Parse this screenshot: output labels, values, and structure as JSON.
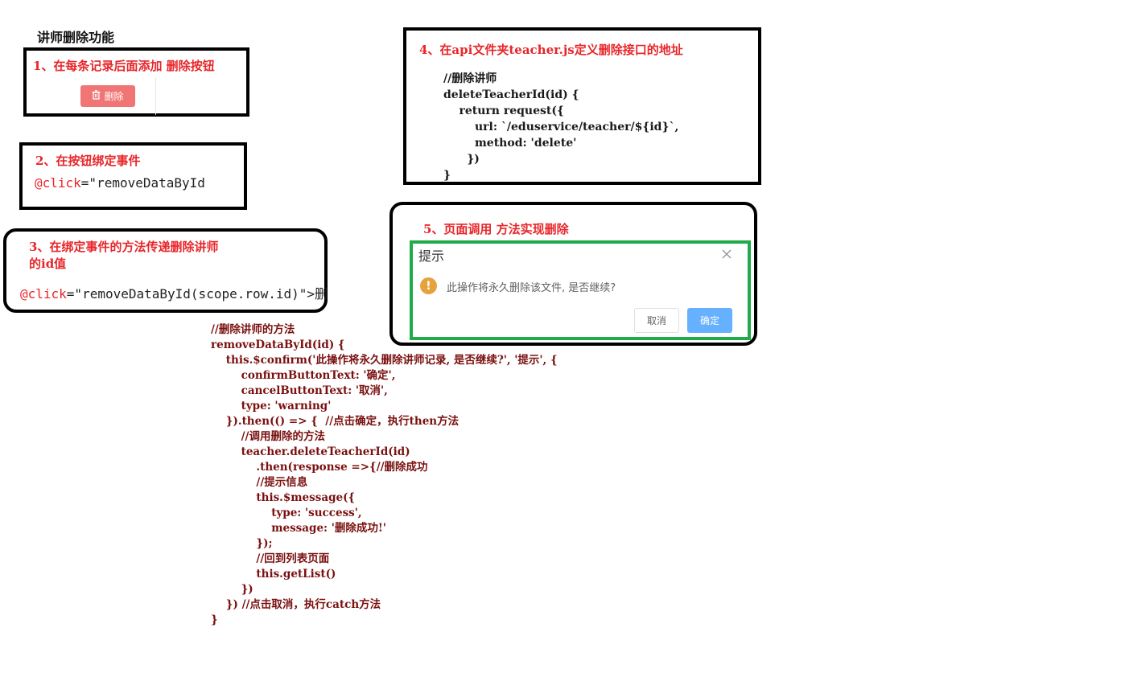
{
  "page_title": "讲师删除功能",
  "step1": {
    "title": "1、在每条记录后面添加 删除按钮",
    "button_label": "删除",
    "button_color": "#f27575"
  },
  "step2": {
    "title": "2、在按钮绑定事件",
    "at": "@click",
    "rest": "=\"removeDataById"
  },
  "step3": {
    "title_line1": "3、在绑定事件的方法传递删除讲师",
    "title_line2": "的id值",
    "at": "@click",
    "rest": "=\"removeDataById(scope.row.id)\">删"
  },
  "step4": {
    "title": "4、在api文件夹teacher.js定义删除接口的地址",
    "code": "//删除讲师\ndeleteTeacherId(id) {\n    return request({\n        url: `/eduservice/teacher/${id}`,\n        method: 'delete'\n      })\n}"
  },
  "step5": {
    "title": "5、页面调用 方法实现删除",
    "dialog_title": "提示",
    "dialog_message": "此操作将永久删除该文件, 是否继续?",
    "cancel_label": "取消",
    "confirm_label": "确定",
    "frame_color": "#1fab4a",
    "confirm_color": "#66b1ff",
    "warning_color": "#e6a23c"
  },
  "main_code": "//删除讲师的方法\nremoveDataById(id) {\n    this.$confirm('此操作将永久删除讲师记录, 是否继续?', '提示', {\n        confirmButtonText: '确定',\n        cancelButtonText: '取消',\n        type: 'warning'\n    }).then(() => {  //点击确定，执行then方法\n        //调用删除的方法\n        teacher.deleteTeacherId(id)\n            .then(response =>{//删除成功\n            //提示信息\n            this.$message({\n                type: 'success',\n                message: '删除成功!'\n            });\n            //回到列表页面\n            this.getList()\n        })\n    }) //点击取消，执行catch方法\n}"
}
